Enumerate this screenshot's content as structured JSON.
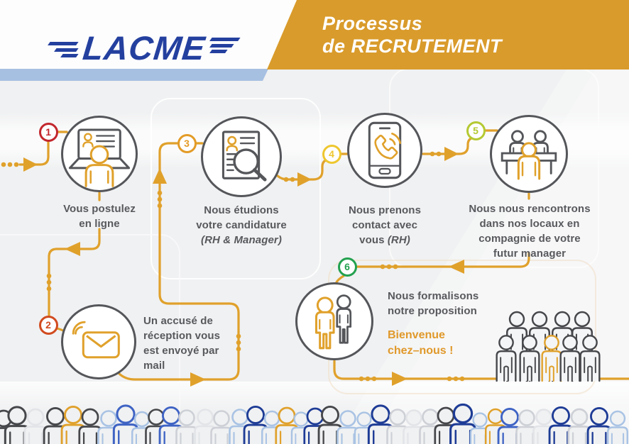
{
  "header": {
    "logo_text": "LACME",
    "title_line1": "Processus",
    "title_line2": "de RECRUTEMENT"
  },
  "colors": {
    "banner_orange": "#D99B2B",
    "header_bar_blue": "#A6C0E2",
    "logo_navy": "#24409F",
    "flow_line": "#E0A12B",
    "circle_stroke": "#54565A",
    "label_text": "#58595D",
    "welcome_orange": "#E0992B"
  },
  "steps": [
    {
      "num": "1",
      "badge_color": "#C2272D",
      "lines": [
        "Vous postulez",
        "en ligne"
      ]
    },
    {
      "num": "2",
      "badge_color": "#D14B1F",
      "lines": [
        "Un accusé de",
        "réception vous",
        "est envoyé par",
        "mail"
      ]
    },
    {
      "num": "3",
      "badge_color": "#E39B27",
      "lines": [
        "Nous étudions",
        "votre candidature"
      ],
      "line_italic": "(RH & Manager)"
    },
    {
      "num": "4",
      "badge_color": "#EEC72F",
      "lines": [
        "Nous prenons",
        "contact avec"
      ],
      "line_mixed_normal": "vous ",
      "line_mixed_italic": "(RH)"
    },
    {
      "num": "5",
      "badge_color": "#B5C932",
      "lines": [
        "Nous nous rencontrons",
        "dans nos locaux en",
        "compagnie de votre",
        "futur manager"
      ]
    },
    {
      "num": "6",
      "badge_color": "#23A14F",
      "lines": [
        "Nous formalisons",
        "notre proposition"
      ],
      "welcome_line1": "Bienvenue",
      "welcome_line2": "chez–nous !"
    }
  ],
  "crowd": {
    "palette": {
      "dark": "#46474B",
      "navy": "#1E3C96",
      "blue": "#3E63C4",
      "lightblue": "#A9C3E4",
      "pale": "#CDD0D6",
      "ghost": "#E2E4E8",
      "orange": "#E0A12B"
    },
    "bottom_row": [
      [
        5,
        "dark",
        1.05,
        2
      ],
      [
        24,
        "dark",
        1.15,
        -2
      ],
      [
        50,
        "ghost",
        1.05,
        0
      ],
      [
        78,
        "dark",
        1.1,
        -1
      ],
      [
        103,
        "orange",
        1.1,
        -3
      ],
      [
        127,
        "dark",
        1.05,
        0
      ],
      [
        153,
        "lightblue",
        1.0,
        2
      ],
      [
        177,
        "blue",
        1.15,
        -4
      ],
      [
        200,
        "lightblue",
        0.95,
        3
      ],
      [
        220,
        "dark",
        1.0,
        0
      ],
      [
        241,
        "blue",
        1.1,
        -2
      ],
      [
        263,
        "pale",
        1.0,
        1
      ],
      [
        289,
        "ghost",
        1.0,
        0
      ],
      [
        312,
        "pale",
        1.0,
        2
      ],
      [
        338,
        "lightblue",
        1.0,
        0
      ],
      [
        360,
        "navy",
        1.1,
        -3
      ],
      [
        383,
        "lightblue",
        0.95,
        2
      ],
      [
        404,
        "orange",
        1.05,
        -2
      ],
      [
        424,
        "lightblue",
        0.9,
        3
      ],
      [
        444,
        "navy",
        1.05,
        -1
      ],
      [
        465,
        "dark",
        1.1,
        -3
      ],
      [
        490,
        "lightblue",
        1.0,
        2
      ],
      [
        513,
        "lightblue",
        0.9,
        3
      ],
      [
        536,
        "navy",
        1.15,
        -4
      ],
      [
        560,
        "pale",
        1.0,
        0
      ],
      [
        583,
        "ghost",
        1.0,
        1
      ],
      [
        606,
        "pale",
        1.0,
        0
      ],
      [
        628,
        "dark",
        1.05,
        -2
      ],
      [
        652,
        "navy",
        1.2,
        -5
      ],
      [
        676,
        "lightblue",
        0.9,
        4
      ],
      [
        698,
        "orange",
        0.95,
        -1
      ],
      [
        718,
        "blue",
        1.1,
        0
      ],
      [
        742,
        "pale",
        1.0,
        1
      ],
      [
        766,
        "ghost",
        1.0,
        0
      ],
      [
        790,
        "navy",
        1.1,
        -2
      ],
      [
        816,
        "pale",
        1.05,
        0
      ],
      [
        844,
        "navy",
        1.1,
        -1
      ],
      [
        870,
        "lightblue",
        0.95,
        2
      ]
    ],
    "group_back": [
      [
        728,
        "dark"
      ],
      [
        760,
        "dark"
      ],
      [
        792,
        "dark"
      ],
      [
        820,
        "dark"
      ]
    ],
    "group_front": [
      [
        713,
        "dark"
      ],
      [
        746,
        "dark"
      ],
      [
        777,
        "orange"
      ],
      [
        803,
        "dark"
      ],
      [
        831,
        "dark"
      ]
    ]
  }
}
